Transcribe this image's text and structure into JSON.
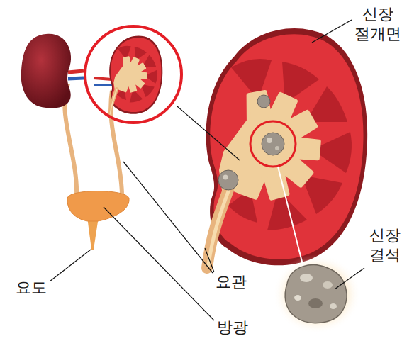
{
  "diagram": {
    "labels": [
      "신장 절개면",
      "신장 결석",
      "요도",
      "요관",
      "방광"
    ]
  }
}
